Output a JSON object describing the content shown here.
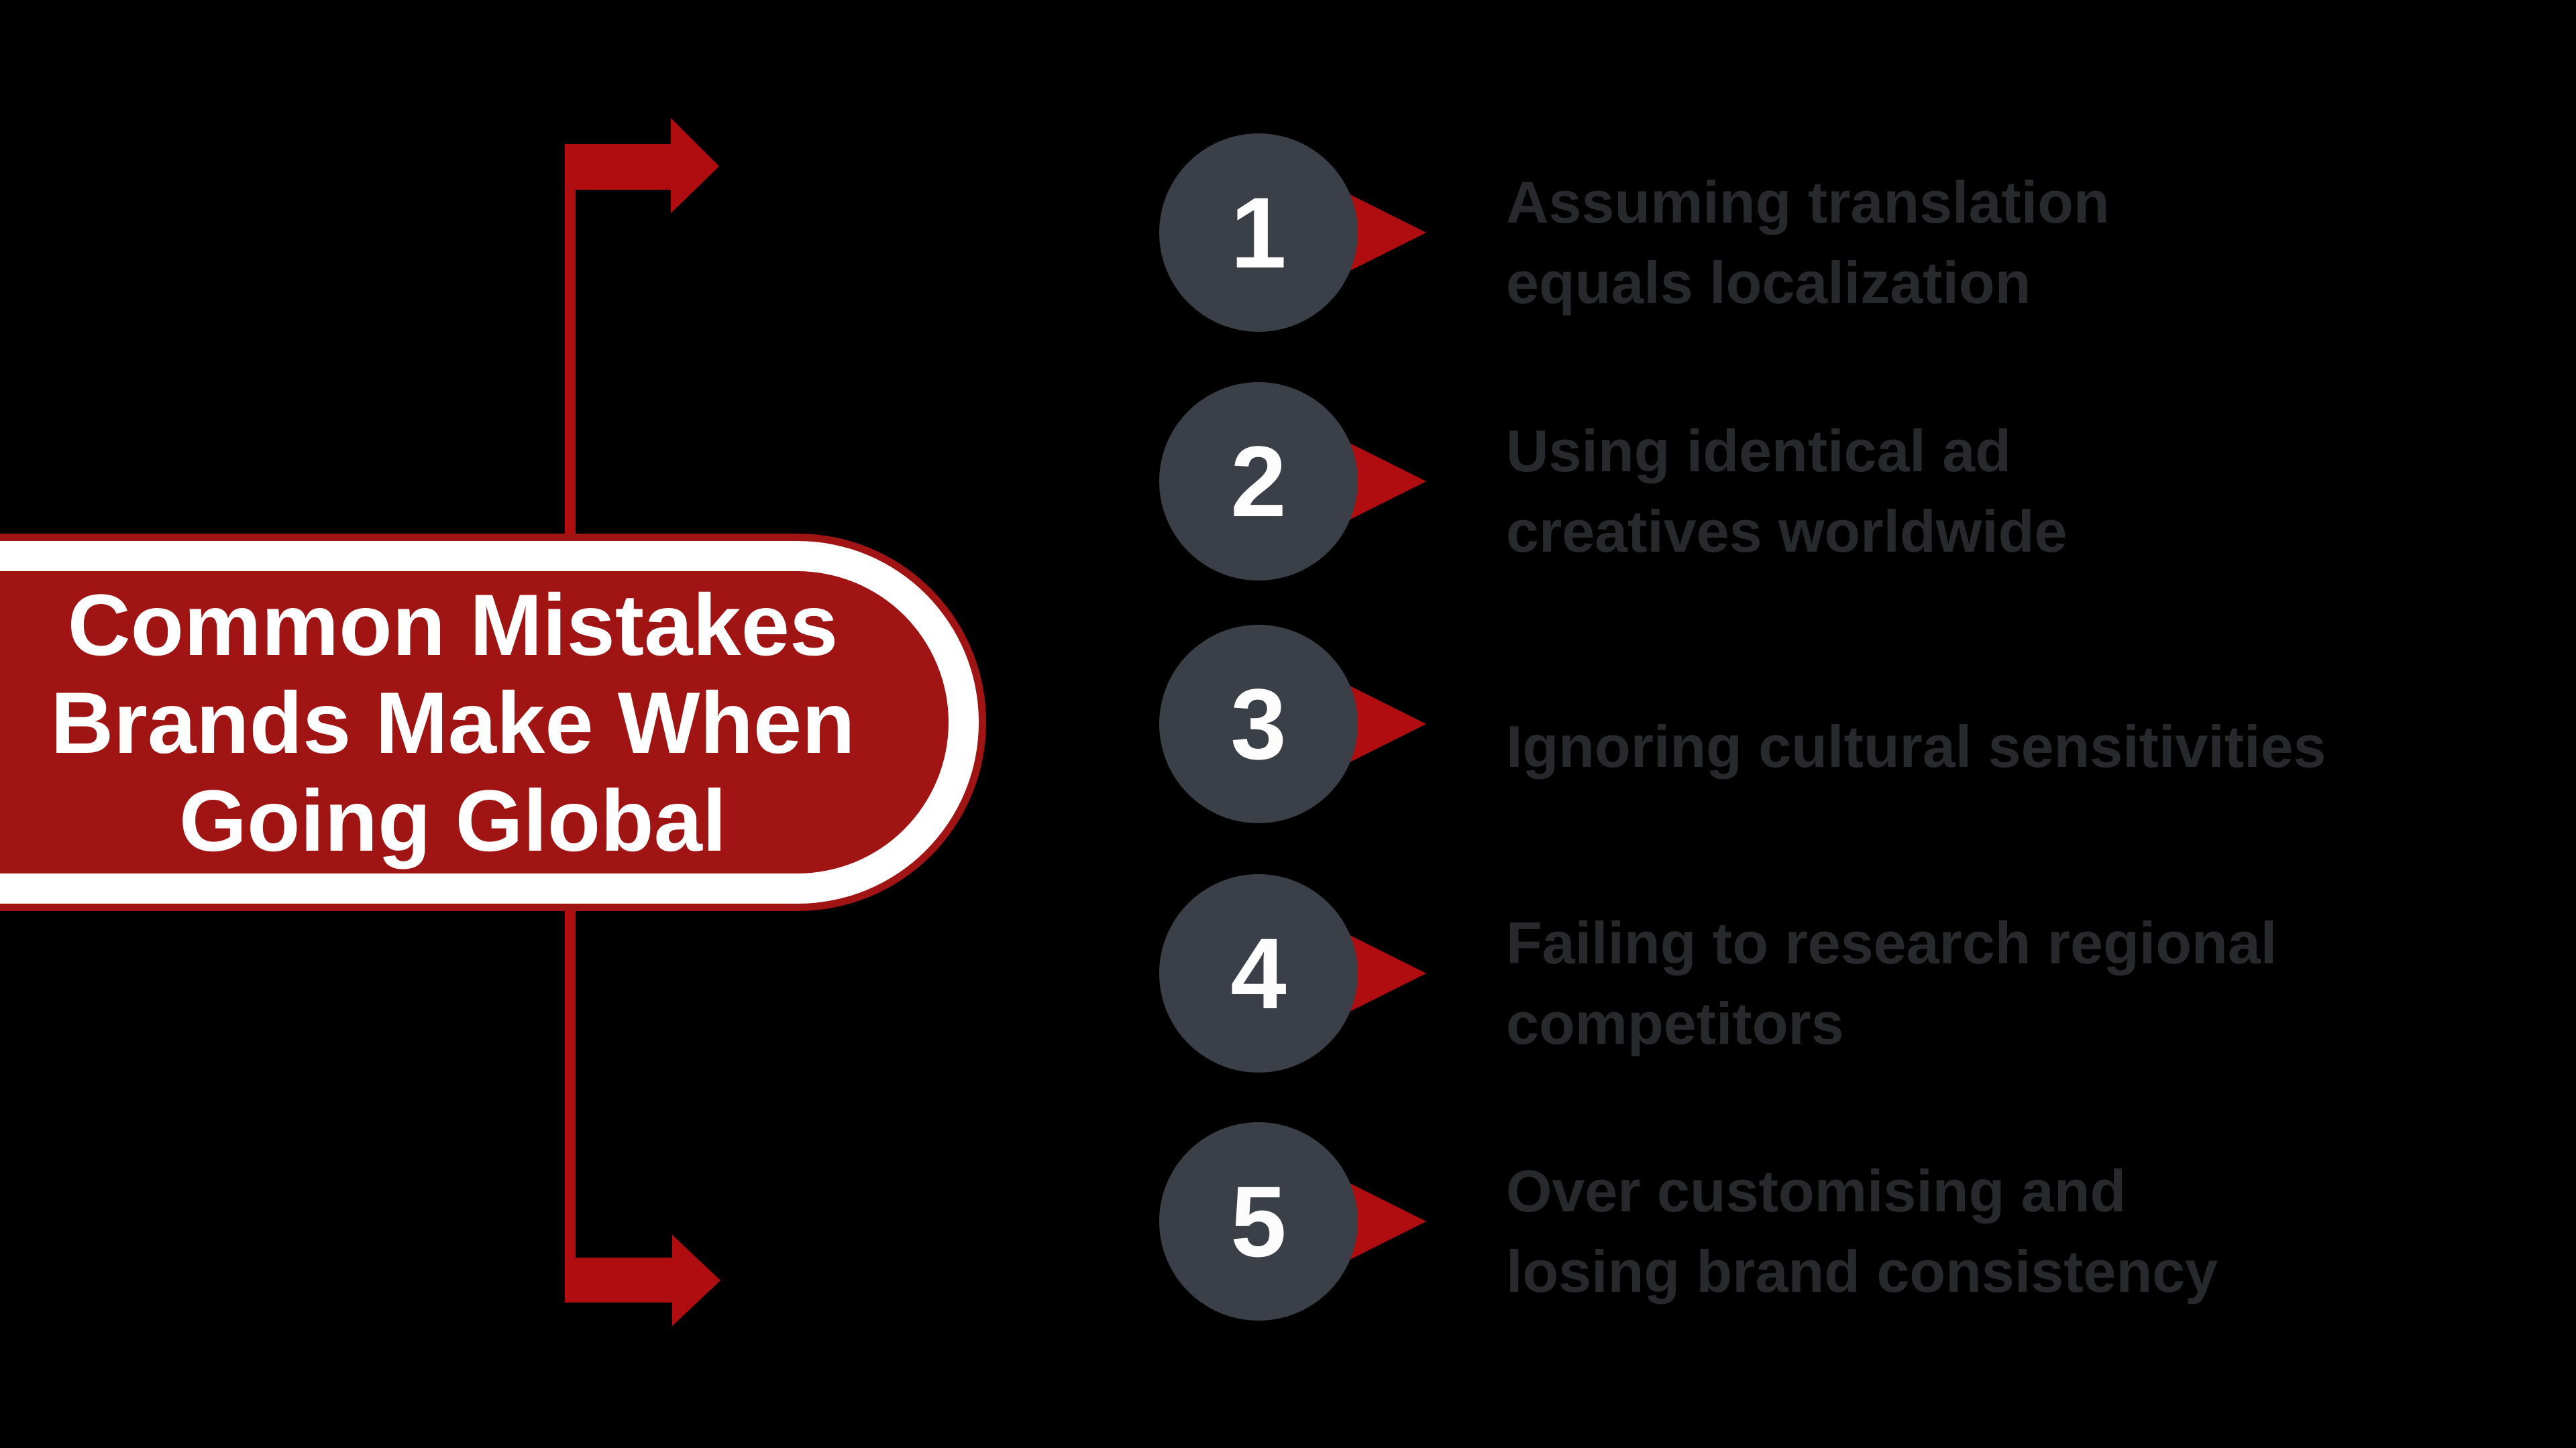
{
  "meta": {
    "type": "infographic-slide"
  },
  "title": {
    "lines": [
      "Common Mistakes",
      "Brands Make When",
      "Going Global"
    ],
    "full_text": "Common Mistakes Brands Make When Going Global"
  },
  "items": [
    {
      "number": "1",
      "lines": [
        "Assuming translation",
        "equals localization"
      ]
    },
    {
      "number": "2",
      "lines": [
        "Using identical ad",
        "creatives worldwide"
      ]
    },
    {
      "number": "3",
      "lines": [
        "Ignoring cultural sensitivities"
      ]
    },
    {
      "number": "4",
      "lines": [
        "Failing to research regional",
        "competitors"
      ]
    },
    {
      "number": "5",
      "lines": [
        "Over customising and",
        "losing brand consistency"
      ]
    }
  ],
  "icons": {
    "x_pattern": "x-cross-pattern",
    "bracket": "bracket-right-arrows",
    "bullet": "right-triangle"
  },
  "colors": {
    "background": "#000000",
    "arrow_red": "#AF0D10",
    "pill_red": "#A11414",
    "pill_ring_white": "#FFFFFF",
    "circle_slate": "#3A3F48",
    "number_white": "#FDFDFD",
    "item_text_gray": "#27292C",
    "title_white": "#FFFFFF",
    "x_pattern_gray": "#282828"
  }
}
